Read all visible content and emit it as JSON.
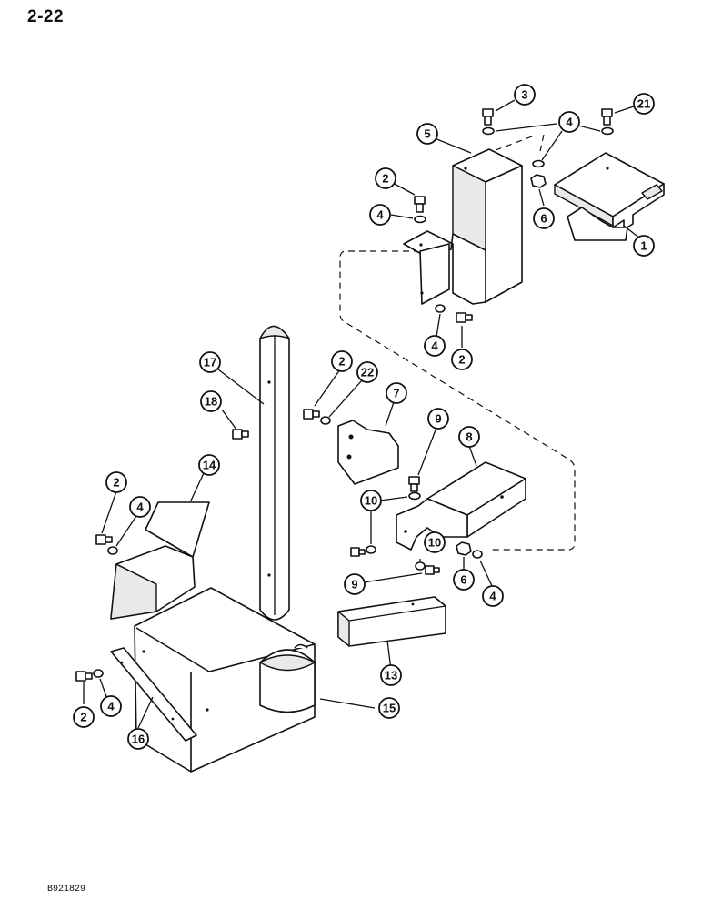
{
  "page": {
    "number": "2-22",
    "code": "B921829"
  },
  "callouts": [
    {
      "id": "c1",
      "label": "1"
    },
    {
      "id": "c2a",
      "label": "2"
    },
    {
      "id": "c2b",
      "label": "2"
    },
    {
      "id": "c2c",
      "label": "2"
    },
    {
      "id": "c2d",
      "label": "2"
    },
    {
      "id": "c2e",
      "label": "2"
    },
    {
      "id": "c3",
      "label": "3"
    },
    {
      "id": "c4a",
      "label": "4"
    },
    {
      "id": "c4b",
      "label": "4"
    },
    {
      "id": "c4c",
      "label": "4"
    },
    {
      "id": "c4d",
      "label": "4"
    },
    {
      "id": "c4e",
      "label": "4"
    },
    {
      "id": "c4f",
      "label": "4"
    },
    {
      "id": "c5",
      "label": "5"
    },
    {
      "id": "c6a",
      "label": "6"
    },
    {
      "id": "c6b",
      "label": "6"
    },
    {
      "id": "c7",
      "label": "7"
    },
    {
      "id": "c8",
      "label": "8"
    },
    {
      "id": "c9a",
      "label": "9"
    },
    {
      "id": "c9b",
      "label": "9"
    },
    {
      "id": "c10a",
      "label": "10"
    },
    {
      "id": "c10b",
      "label": "10"
    },
    {
      "id": "c13",
      "label": "13"
    },
    {
      "id": "c14",
      "label": "14"
    },
    {
      "id": "c15",
      "label": "15"
    },
    {
      "id": "c16",
      "label": "16"
    },
    {
      "id": "c17",
      "label": "17"
    },
    {
      "id": "c18",
      "label": "18"
    },
    {
      "id": "c21",
      "label": "21"
    },
    {
      "id": "c22",
      "label": "22"
    }
  ]
}
